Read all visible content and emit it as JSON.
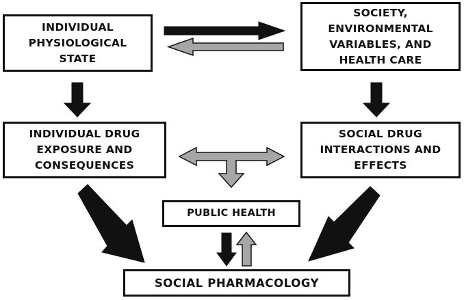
{
  "colors": {
    "ink": "#111111",
    "arrow_dark": "#111111",
    "arrow_gray": "#a6a6a6"
  },
  "boxes": {
    "individual_physiological_state": "INDIVIDUAL\nPHYSIOLOGICAL\nSTATE",
    "society_environment_health_care": "SOCIETY,\nENVIRONMENTAL\nVARIABLES, AND\nHEALTH CARE",
    "individual_drug_exposure": "INDIVIDUAL DRUG\nEXPOSURE AND\nCONSEQUENCES",
    "social_drug_interactions": "SOCIAL DRUG\nINTERACTIONS AND\nEFFECTS",
    "public_health": "PUBLIC HEALTH",
    "social_pharmacology": "SOCIAL PHARMACOLOGY"
  }
}
